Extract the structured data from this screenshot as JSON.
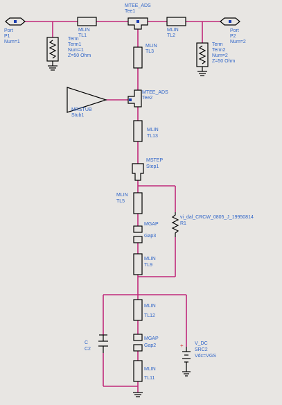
{
  "schematic": {
    "ports": [
      {
        "label": "Port",
        "name": "P1",
        "num": "Num=1"
      },
      {
        "label": "Port",
        "name": "P2",
        "num": "Num=2"
      }
    ],
    "terms": [
      {
        "label": "Term",
        "name": "Term1",
        "num": "Num=1",
        "z": "Z=50 Ohm"
      },
      {
        "label": "Term",
        "name": "Term2",
        "num": "Num=2",
        "z": "Z=50 Ohm"
      }
    ],
    "tees": [
      {
        "label": "MTEE_ADS",
        "name": "Tee1"
      },
      {
        "label": "MTEE_ADS",
        "name": "Tee2"
      }
    ],
    "lines": [
      {
        "label": "MLIN",
        "name": "TL1"
      },
      {
        "label": "MLIN",
        "name": "TL2"
      },
      {
        "label": "MLIN",
        "name": "TL3"
      },
      {
        "label": "MLIN",
        "name": "TL13"
      },
      {
        "label": "MLIN",
        "name": "TL5"
      },
      {
        "label": "MLIN",
        "name": "TL9"
      },
      {
        "label": "MLIN",
        "name": "TL12"
      },
      {
        "label": "MLIN",
        "name": "TL11"
      }
    ],
    "stub": {
      "label": "MRSTUB",
      "name": "Stub1"
    },
    "step": {
      "label": "MSTEP",
      "name": "Step1"
    },
    "gaps": [
      {
        "label": "MGAP",
        "name": "Gap3"
      },
      {
        "label": "MGAP",
        "name": "Gap2"
      }
    ],
    "resistor": {
      "label": "vi_dal_CRCW_0805_J_19950814",
      "name": "R1"
    },
    "capacitor": {
      "label": "C",
      "name": "C2"
    },
    "source": {
      "label": "V_DC",
      "name": "SRC2",
      "value": "Vdc=VGS"
    }
  }
}
